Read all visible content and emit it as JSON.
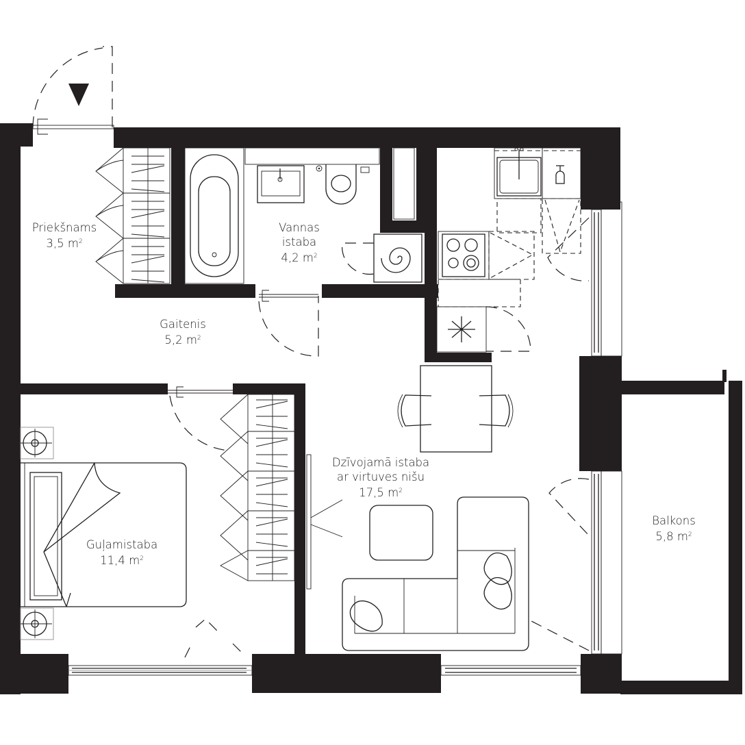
{
  "plan": {
    "type": "apartment-floor-plan",
    "entrance_marker": "entrance-arrow",
    "wall_color": "#231f20",
    "background_color": "#ffffff",
    "area_unit": "m",
    "area_unit_superscript": "2",
    "rooms": [
      {
        "id": "priekssnams",
        "name_lines": [
          "Priekšnams"
        ],
        "area": "3,5"
      },
      {
        "id": "vannas-istaba",
        "name_lines": [
          "Vannas",
          "istaba"
        ],
        "area": "4,2"
      },
      {
        "id": "gaitenis",
        "name_lines": [
          "Gaitenis"
        ],
        "area": "5,2"
      },
      {
        "id": "dzivojama-istaba",
        "name_lines": [
          "Dzīvojamā istaba",
          "ar virtuves nišu"
        ],
        "area": "17,5"
      },
      {
        "id": "gulamistaba",
        "name_lines": [
          "Guļamistaba"
        ],
        "area": "11,4"
      },
      {
        "id": "balkons",
        "name_lines": [
          "Balkons"
        ],
        "area": "5,8"
      }
    ],
    "fixtures": [
      "bathtub",
      "washbasin",
      "toilet",
      "shower-drain",
      "washing-machine",
      "kitchen-sink",
      "hob",
      "fridge",
      "dishwasher",
      "dining-table",
      "dining-chair",
      "dining-chair",
      "coffee-table",
      "corner-sofa",
      "double-bed",
      "nightstand",
      "nightstand",
      "wardrobe",
      "hall-wardrobe"
    ]
  }
}
